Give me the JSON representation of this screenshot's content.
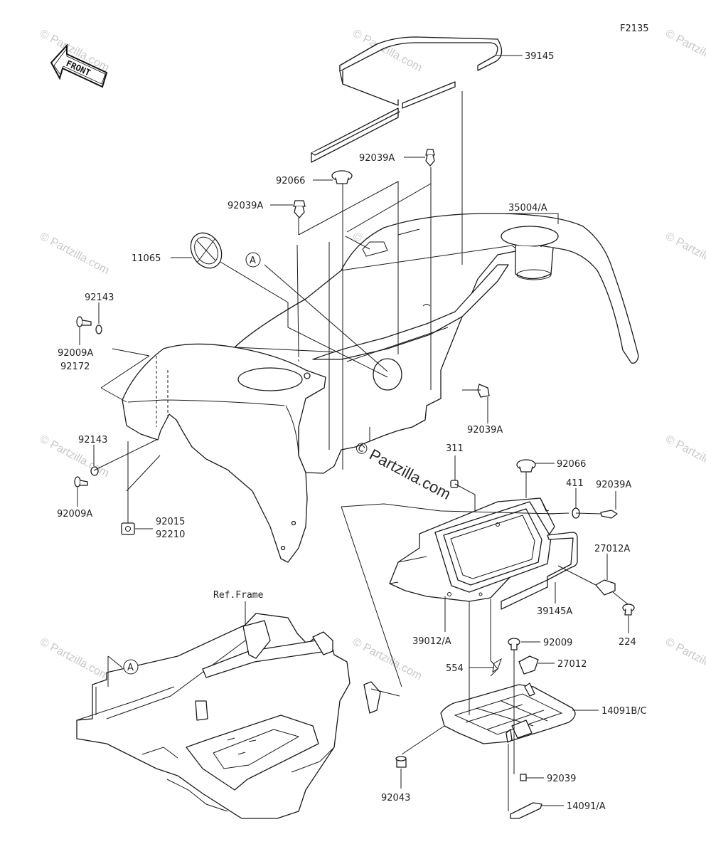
{
  "diagram_code": "F2135",
  "front_label": "FRONT",
  "watermark_center": "© Partzilla.com",
  "watermark_faint": "© Partzilla.com",
  "ref_frame_label": "Ref.Frame",
  "callout_A": "A",
  "parts": {
    "p39145": "39145",
    "p92039A_top": "92039A",
    "p92066_top": "92066",
    "p92039A_left": "92039A",
    "p35004A": "35004/A",
    "p11065": "11065",
    "p92143_top": "92143",
    "p92009A_top": "92009A",
    "p92172": "92172",
    "p92039A_right": "92039A",
    "p92143_mid": "92143",
    "p92009A_mid": "92009A",
    "p92015": "92015",
    "p92210": "92210",
    "p311": "311",
    "p92066_right": "92066",
    "p411": "411",
    "p92039A_far": "92039A",
    "p27012A": "27012A",
    "p39145A": "39145A",
    "p39012A": "39012/A",
    "p224": "224",
    "p92009": "92009",
    "p554": "554",
    "p27012": "27012",
    "p14091BC": "14091B/C",
    "p92039": "92039",
    "p92043": "92043",
    "p14091A": "14091/A"
  }
}
